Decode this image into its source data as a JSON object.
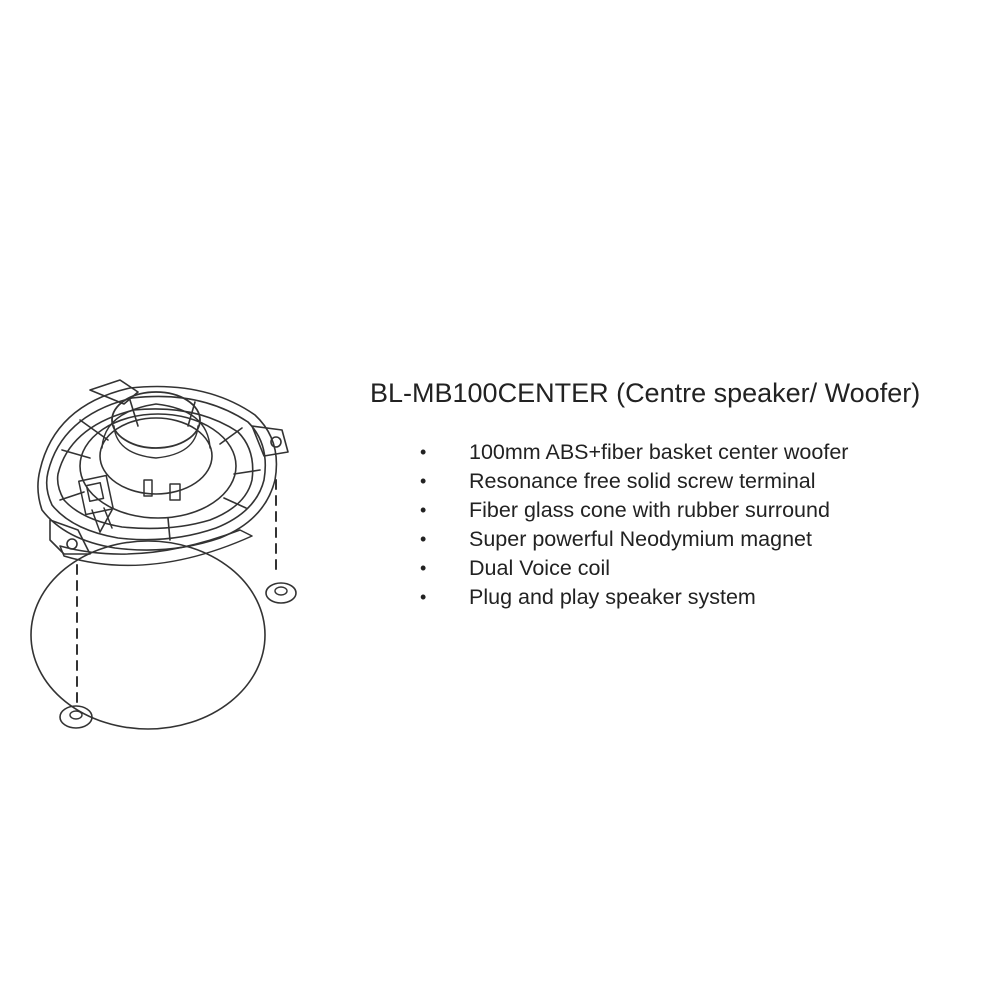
{
  "product": {
    "title": "BL-MB100CENTER (Centre speaker/ Woofer)"
  },
  "features": [
    "100mm ABS+fiber basket center woofer",
    "Resonance free solid screw terminal",
    "Fiber glass cone with rubber surround",
    "Super powerful Neodymium magnet",
    "Dual Voice coil",
    "Plug and play speaker system"
  ],
  "bullet_glyph": "•",
  "colors": {
    "text": "#222222",
    "line_art": "#333333",
    "background": "#ffffff"
  },
  "illustration": {
    "icon": "speaker-mounting-diagram"
  }
}
